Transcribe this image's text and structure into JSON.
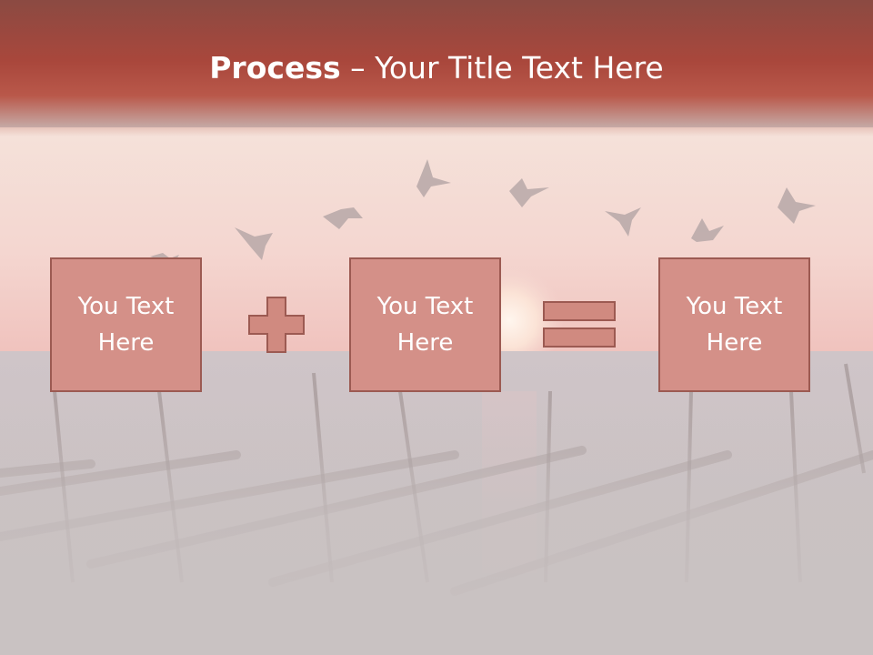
{
  "slide": {
    "title_bold": "Process",
    "title_rest": " – Your Title Text Here"
  },
  "boxes": [
    {
      "label": "You Text Here"
    },
    {
      "label": "You Text Here"
    },
    {
      "label": "You Text Here"
    }
  ],
  "operators": [
    "plus-icon",
    "equals-icon"
  ],
  "colors": {
    "title_band": "#a9473c",
    "box_fill": "#d49088",
    "box_border": "#9c5a52",
    "operator_fill": "#d08a80"
  }
}
